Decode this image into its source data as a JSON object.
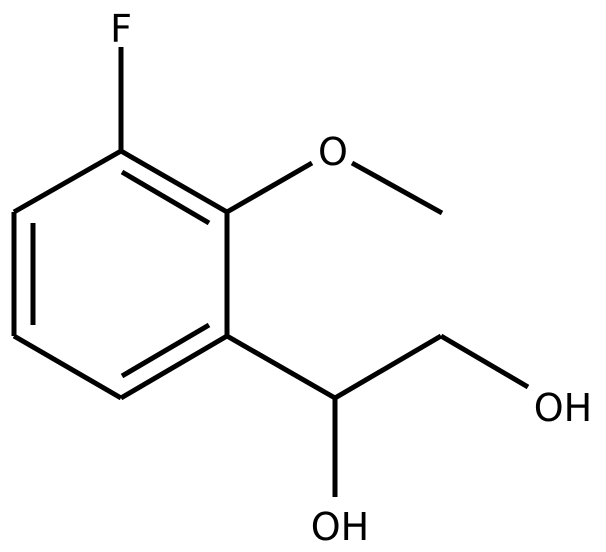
{
  "molecule": {
    "atoms": {
      "fluorine": "F",
      "methoxy_oxygen": "O",
      "hydroxyl_primary": "OH",
      "hydroxyl_secondary": "OH"
    },
    "colors": {
      "bond": "#000000",
      "label": "#000000",
      "background": "#ffffff"
    }
  }
}
